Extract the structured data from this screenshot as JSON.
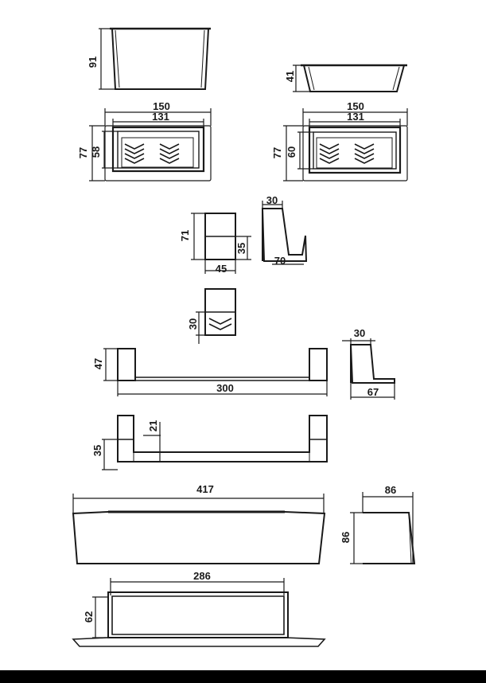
{
  "colors": {
    "line": "#1a1a1a",
    "background": "#ffffff",
    "footer": "#000000"
  },
  "views": [
    {
      "id": "basket-small",
      "dimensions": [
        "91",
        "150",
        "131",
        "77",
        "58"
      ]
    },
    {
      "id": "basket-large",
      "dimensions": [
        "41",
        "150",
        "131",
        "77",
        "60"
      ]
    },
    {
      "id": "hook",
      "dimensions": [
        "71",
        "35",
        "45",
        "30",
        "70",
        "30"
      ]
    },
    {
      "id": "towel-bar",
      "dimensions": [
        "47",
        "300",
        "30",
        "67",
        "35",
        "21"
      ]
    },
    {
      "id": "shelf",
      "dimensions": [
        "417",
        "86",
        "86",
        "286",
        "62"
      ]
    }
  ]
}
